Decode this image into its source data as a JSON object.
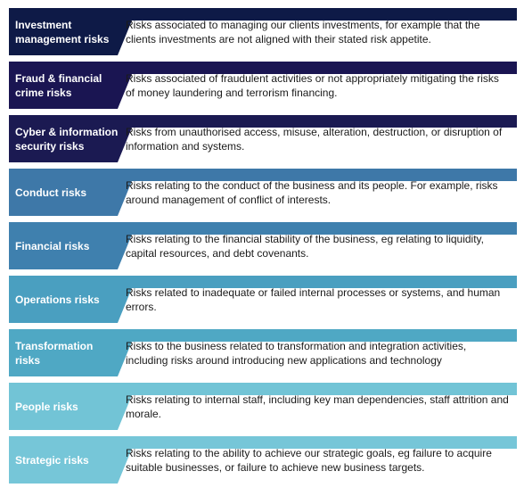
{
  "risks": [
    {
      "label": "Investment management risks",
      "description": "Risks associated to managing our clients investments, for example that the clients investments are not aligned with their stated risk appetite.",
      "color": "#0e1a47"
    },
    {
      "label": "Fraud & financial crime risks",
      "description": "Risks associated of fraudulent activities or not appropriately mitigating the risks of money laundering and terrorism financing.",
      "color": "#1a1552"
    },
    {
      "label": "Cyber & information security  risks",
      "description": "Risks from unauthorised access, misuse, alteration, destruction, or disruption of information and systems.",
      "color": "#1b1a52"
    },
    {
      "label": "Conduct risks",
      "description": "Risks relating to the conduct of the business and its people.  For example, risks around management of conflict of interests.",
      "color": "#3e78a8"
    },
    {
      "label": "Financial risks",
      "description": "Risks relating to the financial stability of the business, eg relating to liquidity, capital resources, and debt covenants.",
      "color": "#3f80ae"
    },
    {
      "label": "Operations risks",
      "description": "Risks related to inadequate or failed internal processes or systems, and human errors.",
      "color": "#4a9fc0"
    },
    {
      "label": "Transformation risks",
      "description": "Risks to the business related to transformation and integration activities, including risks around introducing new applications and technology",
      "color": "#4fa8c4"
    },
    {
      "label": "People risks",
      "description": "Risks relating to internal staff, including key man dependencies, staff attrition and morale.",
      "color": "#72c4d6"
    },
    {
      "label": "Strategic risks",
      "description": "Risks relating to the ability to achieve our strategic goals, eg failure to acquire suitable businesses, or failure to achieve new business targets.",
      "color": "#76c6d8"
    }
  ]
}
